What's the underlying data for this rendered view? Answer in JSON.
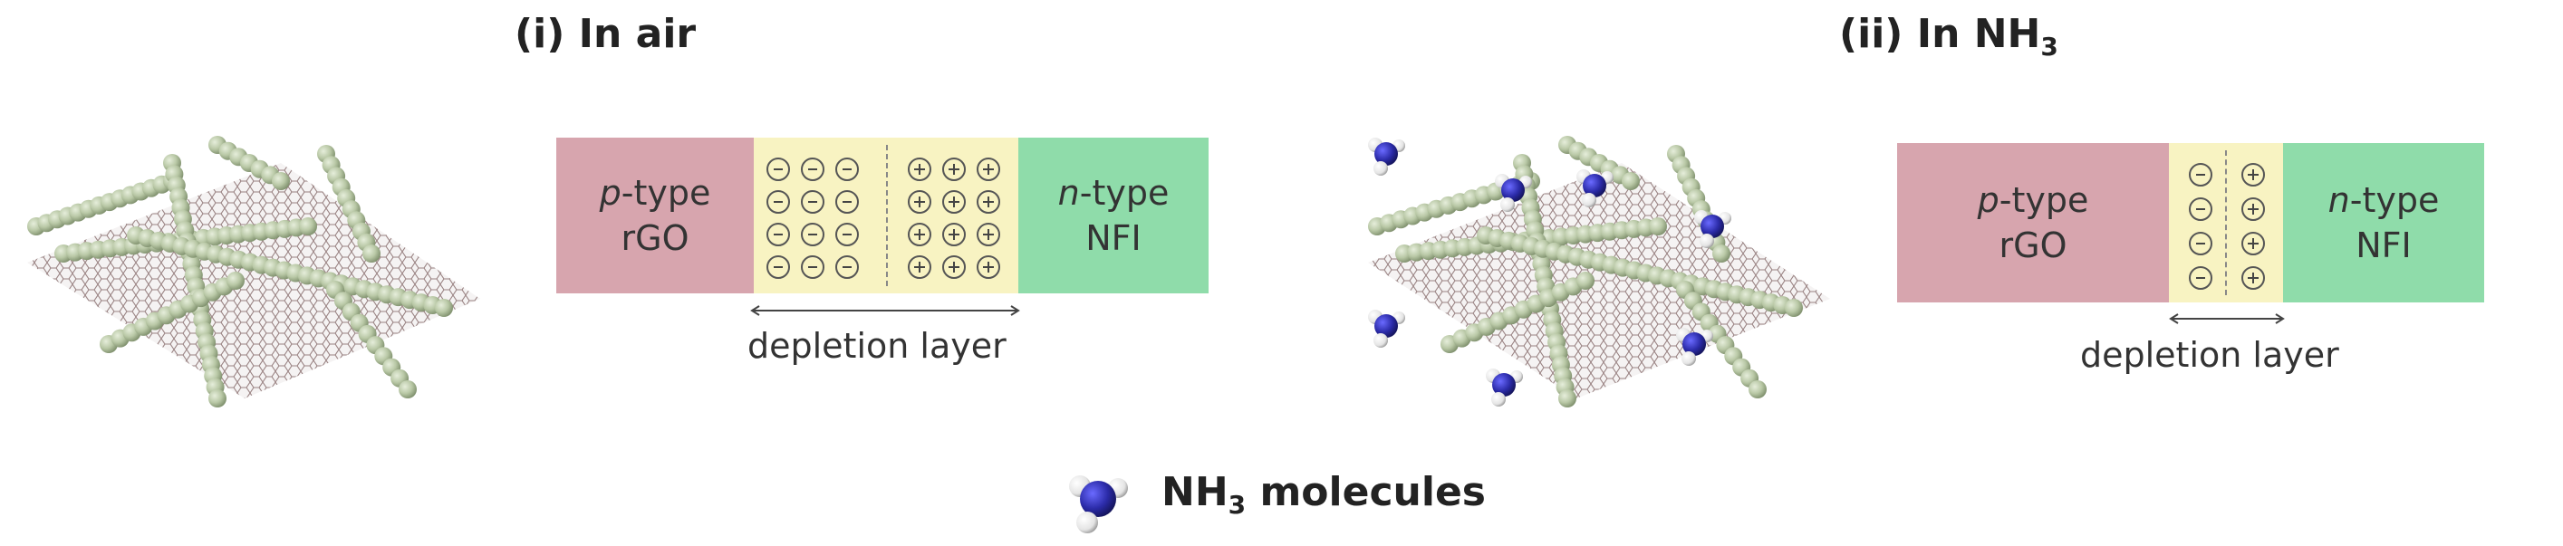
{
  "panel_air": {
    "title_prefix": "(i) In air",
    "p_region": {
      "line1_italic": "p",
      "line1_rest": "-type",
      "line2": "rGO"
    },
    "n_region": {
      "line1_italic": "n",
      "line1_rest": "-type",
      "line2": "NFI"
    },
    "depletion_label": "depletion layer",
    "negative_charge_grid": {
      "columns": 3,
      "rows": 4
    },
    "positive_charge_grid": {
      "columns": 3,
      "rows": 4
    }
  },
  "panel_nh3": {
    "title_prefix": "(ii) In NH",
    "title_subscript": "3",
    "p_region": {
      "line1_italic": "p",
      "line1_rest": "-type",
      "line2": "rGO"
    },
    "n_region": {
      "line1_italic": "n",
      "line1_rest": "-type",
      "line2": "NFI"
    },
    "depletion_label": "depletion layer",
    "negative_charge_grid": {
      "columns": 1,
      "rows": 4
    },
    "positive_charge_grid": {
      "columns": 1,
      "rows": 4
    }
  },
  "legend": {
    "label_prefix": "NH",
    "label_subscript": "3",
    "label_suffix": " molecules",
    "icon": "nh3-molecule-icon"
  },
  "colors": {
    "p_type_region": "#d7a5ae",
    "depletion_region": "#f8f3c2",
    "n_type_region": "#8fdcaa",
    "graphene_mesh": "#8a7070",
    "nanofiber_spheres": "#b9c8a6",
    "nitrogen_atom": "#2b2ba8",
    "hydrogen_atom": "#f2f2f2"
  }
}
